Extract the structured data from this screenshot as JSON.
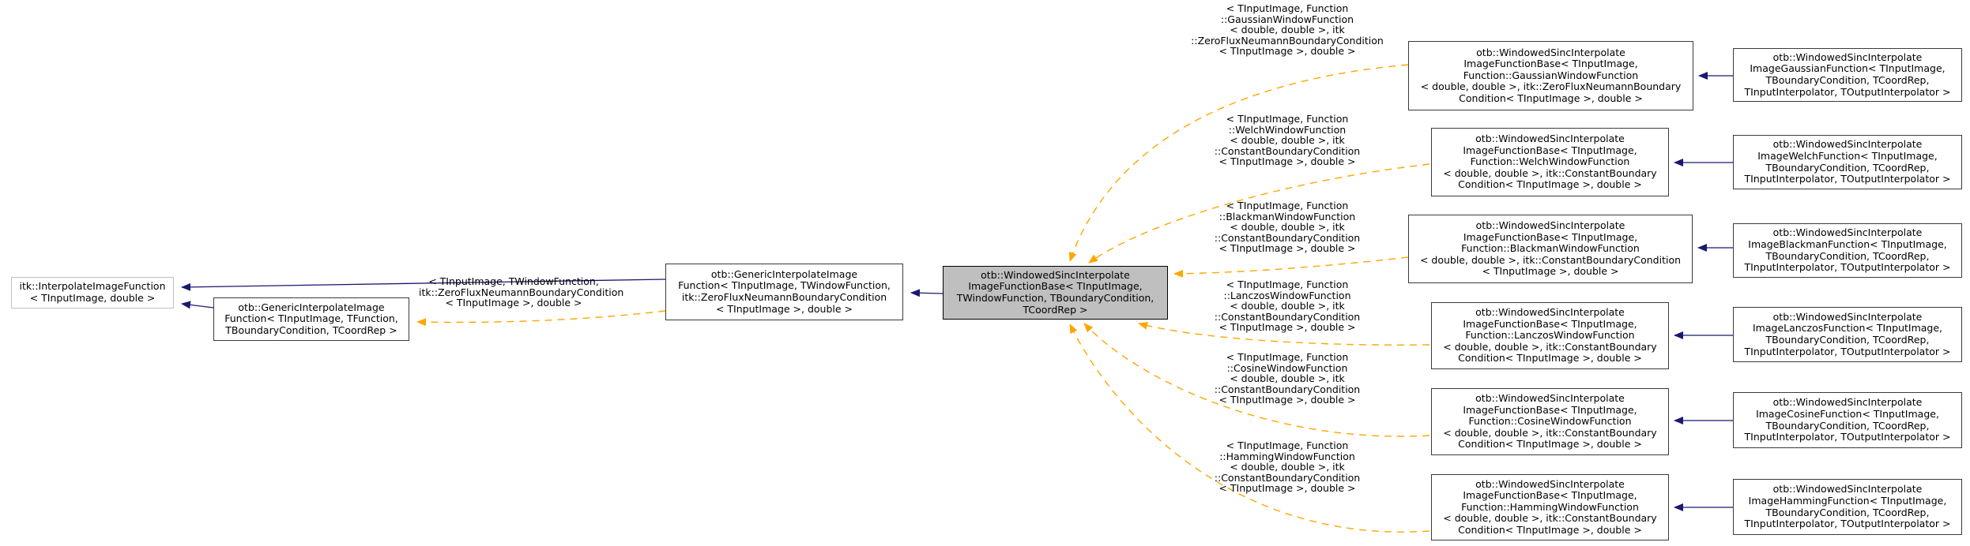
{
  "diagram": {
    "type": "doxygen-inheritance-graph",
    "colors": {
      "inheritance_arrow": "#191970",
      "template_arrow": "#ffa500",
      "node_border": "#3a3a3a",
      "external_node_border": "#c0c0c0",
      "current_node_fill": "#bfbfbf",
      "background": "#ffffff"
    },
    "nodes": {
      "itk_interpolate": {
        "label": "itk::InterpolateImageFunction\n< TInputImage, double >"
      },
      "generic_tfunction": {
        "label": "otb::GenericInterpolateImage\nFunction< TInputImage, TFunction,\nTBoundaryCondition, TCoordRep >"
      },
      "generic_twindow": {
        "label": "otb::GenericInterpolateImage\nFunction< TInputImage, TWindowFunction,\nitk::ZeroFluxNeumannBoundaryCondition\n< TInputImage >, double >"
      },
      "windowed_base": {
        "label": "otb::WindowedSincInterpolate\nImageFunctionBase< TInputImage,\nTWindowFunction, TBoundaryCondition,\nTCoordRep >"
      },
      "base_gaussian": {
        "label": "otb::WindowedSincInterpolate\nImageFunctionBase< TInputImage,\nFunction::GaussianWindowFunction\n< double, double >, itk::ZeroFluxNeumannBoundary\nCondition< TInputImage >, double >"
      },
      "base_welch": {
        "label": "otb::WindowedSincInterpolate\nImageFunctionBase< TInputImage,\nFunction::WelchWindowFunction\n< double, double >, itk::ConstantBoundary\nCondition< TInputImage >, double >"
      },
      "base_blackman": {
        "label": "otb::WindowedSincInterpolate\nImageFunctionBase< TInputImage,\nFunction::BlackmanWindowFunction\n< double, double >, itk::ConstantBoundaryCondition\n< TInputImage >, double >"
      },
      "base_lanczos": {
        "label": "otb::WindowedSincInterpolate\nImageFunctionBase< TInputImage,\nFunction::LanczosWindowFunction\n< double, double >, itk::ConstantBoundary\nCondition< TInputImage >, double >"
      },
      "base_cosine": {
        "label": "otb::WindowedSincInterpolate\nImageFunctionBase< TInputImage,\nFunction::CosineWindowFunction\n< double, double >, itk::ConstantBoundary\nCondition< TInputImage >, double >"
      },
      "base_hamming": {
        "label": "otb::WindowedSincInterpolate\nImageFunctionBase< TInputImage,\nFunction::HammingWindowFunction\n< double, double >, itk::ConstantBoundary\nCondition< TInputImage >, double >"
      },
      "image_gaussian": {
        "label": "otb::WindowedSincInterpolate\nImageGaussianFunction< TInputImage,\nTBoundaryCondition, TCoordRep,\nTInputInterpolator, TOutputInterpolator >"
      },
      "image_welch": {
        "label": "otb::WindowedSincInterpolate\nImageWelchFunction< TInputImage,\nTBoundaryCondition, TCoordRep,\nTInputInterpolator, TOutputInterpolator >"
      },
      "image_blackman": {
        "label": "otb::WindowedSincInterpolate\nImageBlackmanFunction< TInputImage,\nTBoundaryCondition, TCoordRep,\nTInputInterpolator, TOutputInterpolator >"
      },
      "image_lanczos": {
        "label": "otb::WindowedSincInterpolate\nImageLanczosFunction< TInputImage,\nTBoundaryCondition, TCoordRep,\nTInputInterpolator, TOutputInterpolator >"
      },
      "image_cosine": {
        "label": "otb::WindowedSincInterpolate\nImageCosineFunction< TInputImage,\nTBoundaryCondition, TCoordRep,\nTInputInterpolator, TOutputInterpolator >"
      },
      "image_hamming": {
        "label": "otb::WindowedSincInterpolate\nImageHammingFunction< TInputImage,\nTBoundaryCondition, TCoordRep,\nTInputInterpolator, TOutputInterpolator >"
      }
    },
    "edge_labels": {
      "generic_instantiation": "< TInputImage, TWindowFunction,\nitk::ZeroFluxNeumannBoundaryCondition\n< TInputImage >, double >",
      "gaussian": "< TInputImage, Function\n::GaussianWindowFunction\n< double, double >, itk\n::ZeroFluxNeumannBoundaryCondition\n< TInputImage >, double >",
      "welch": "< TInputImage, Function\n::WelchWindowFunction\n< double, double >, itk\n::ConstantBoundaryCondition\n< TInputImage >, double >",
      "blackman": "< TInputImage, Function\n::BlackmanWindowFunction\n< double, double >, itk\n::ConstantBoundaryCondition\n< TInputImage >, double >",
      "lanczos": "< TInputImage, Function\n::LanczosWindowFunction\n< double, double >, itk\n::ConstantBoundaryCondition\n< TInputImage >, double >",
      "cosine": "< TInputImage, Function\n::CosineWindowFunction\n< double, double >, itk\n::ConstantBoundaryCondition\n< TInputImage >, double >",
      "hamming": "< TInputImage, Function\n::HammingWindowFunction\n< double, double >, itk\n::ConstantBoundaryCondition\n< TInputImage >, double >"
    }
  }
}
